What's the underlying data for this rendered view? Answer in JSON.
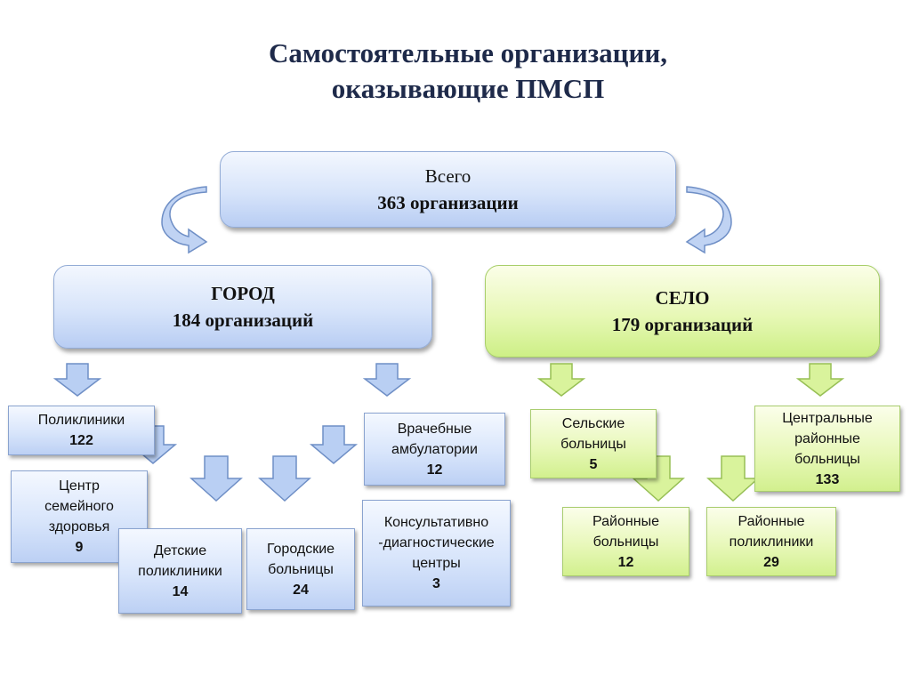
{
  "title": {
    "line1": "Самостоятельные организации,",
    "line2": "оказывающие ПМСП"
  },
  "total": {
    "label": "Всего",
    "value": "363 организации"
  },
  "city": {
    "label": "ГОРОД",
    "value": "184 организаций"
  },
  "village": {
    "label": "СЕЛО",
    "value": "179 организаций"
  },
  "city_units": {
    "polyclinics": {
      "label": "Поликлиники",
      "value": "122"
    },
    "health_center": {
      "line1": "Центр",
      "line2": "семейного",
      "line3": "здоровья",
      "value": "9"
    },
    "children_polyclinics": {
      "line1": "Детские",
      "line2": "поликлиники",
      "value": "14"
    },
    "city_hospitals": {
      "line1": "Городские",
      "line2": "больницы",
      "value": "24"
    },
    "ambulatories": {
      "line1": "Врачебные",
      "line2": "амбулатории",
      "value": "12"
    },
    "diagnostic_centers": {
      "line1": "Консультативно",
      "line2": "-диагностические",
      "line3": "центры",
      "value": "3"
    }
  },
  "village_units": {
    "rural_hospitals": {
      "line1": "Сельские",
      "line2": "больницы",
      "value": "5"
    },
    "central_district_hospitals": {
      "line1": "Центральные",
      "line2": "районные",
      "line3": "больницы",
      "value": "133"
    },
    "district_hospitals": {
      "line1": "Районные",
      "line2": "больницы",
      "value": "12"
    },
    "district_polyclinics": {
      "line1": "Районные",
      "line2": "поликлиники",
      "value": "29"
    }
  },
  "colors": {
    "blue_fill": "#c9daf8",
    "blue_border": "#93acd6",
    "green_fill": "#dff5a6",
    "green_border": "#a8cf6a"
  }
}
